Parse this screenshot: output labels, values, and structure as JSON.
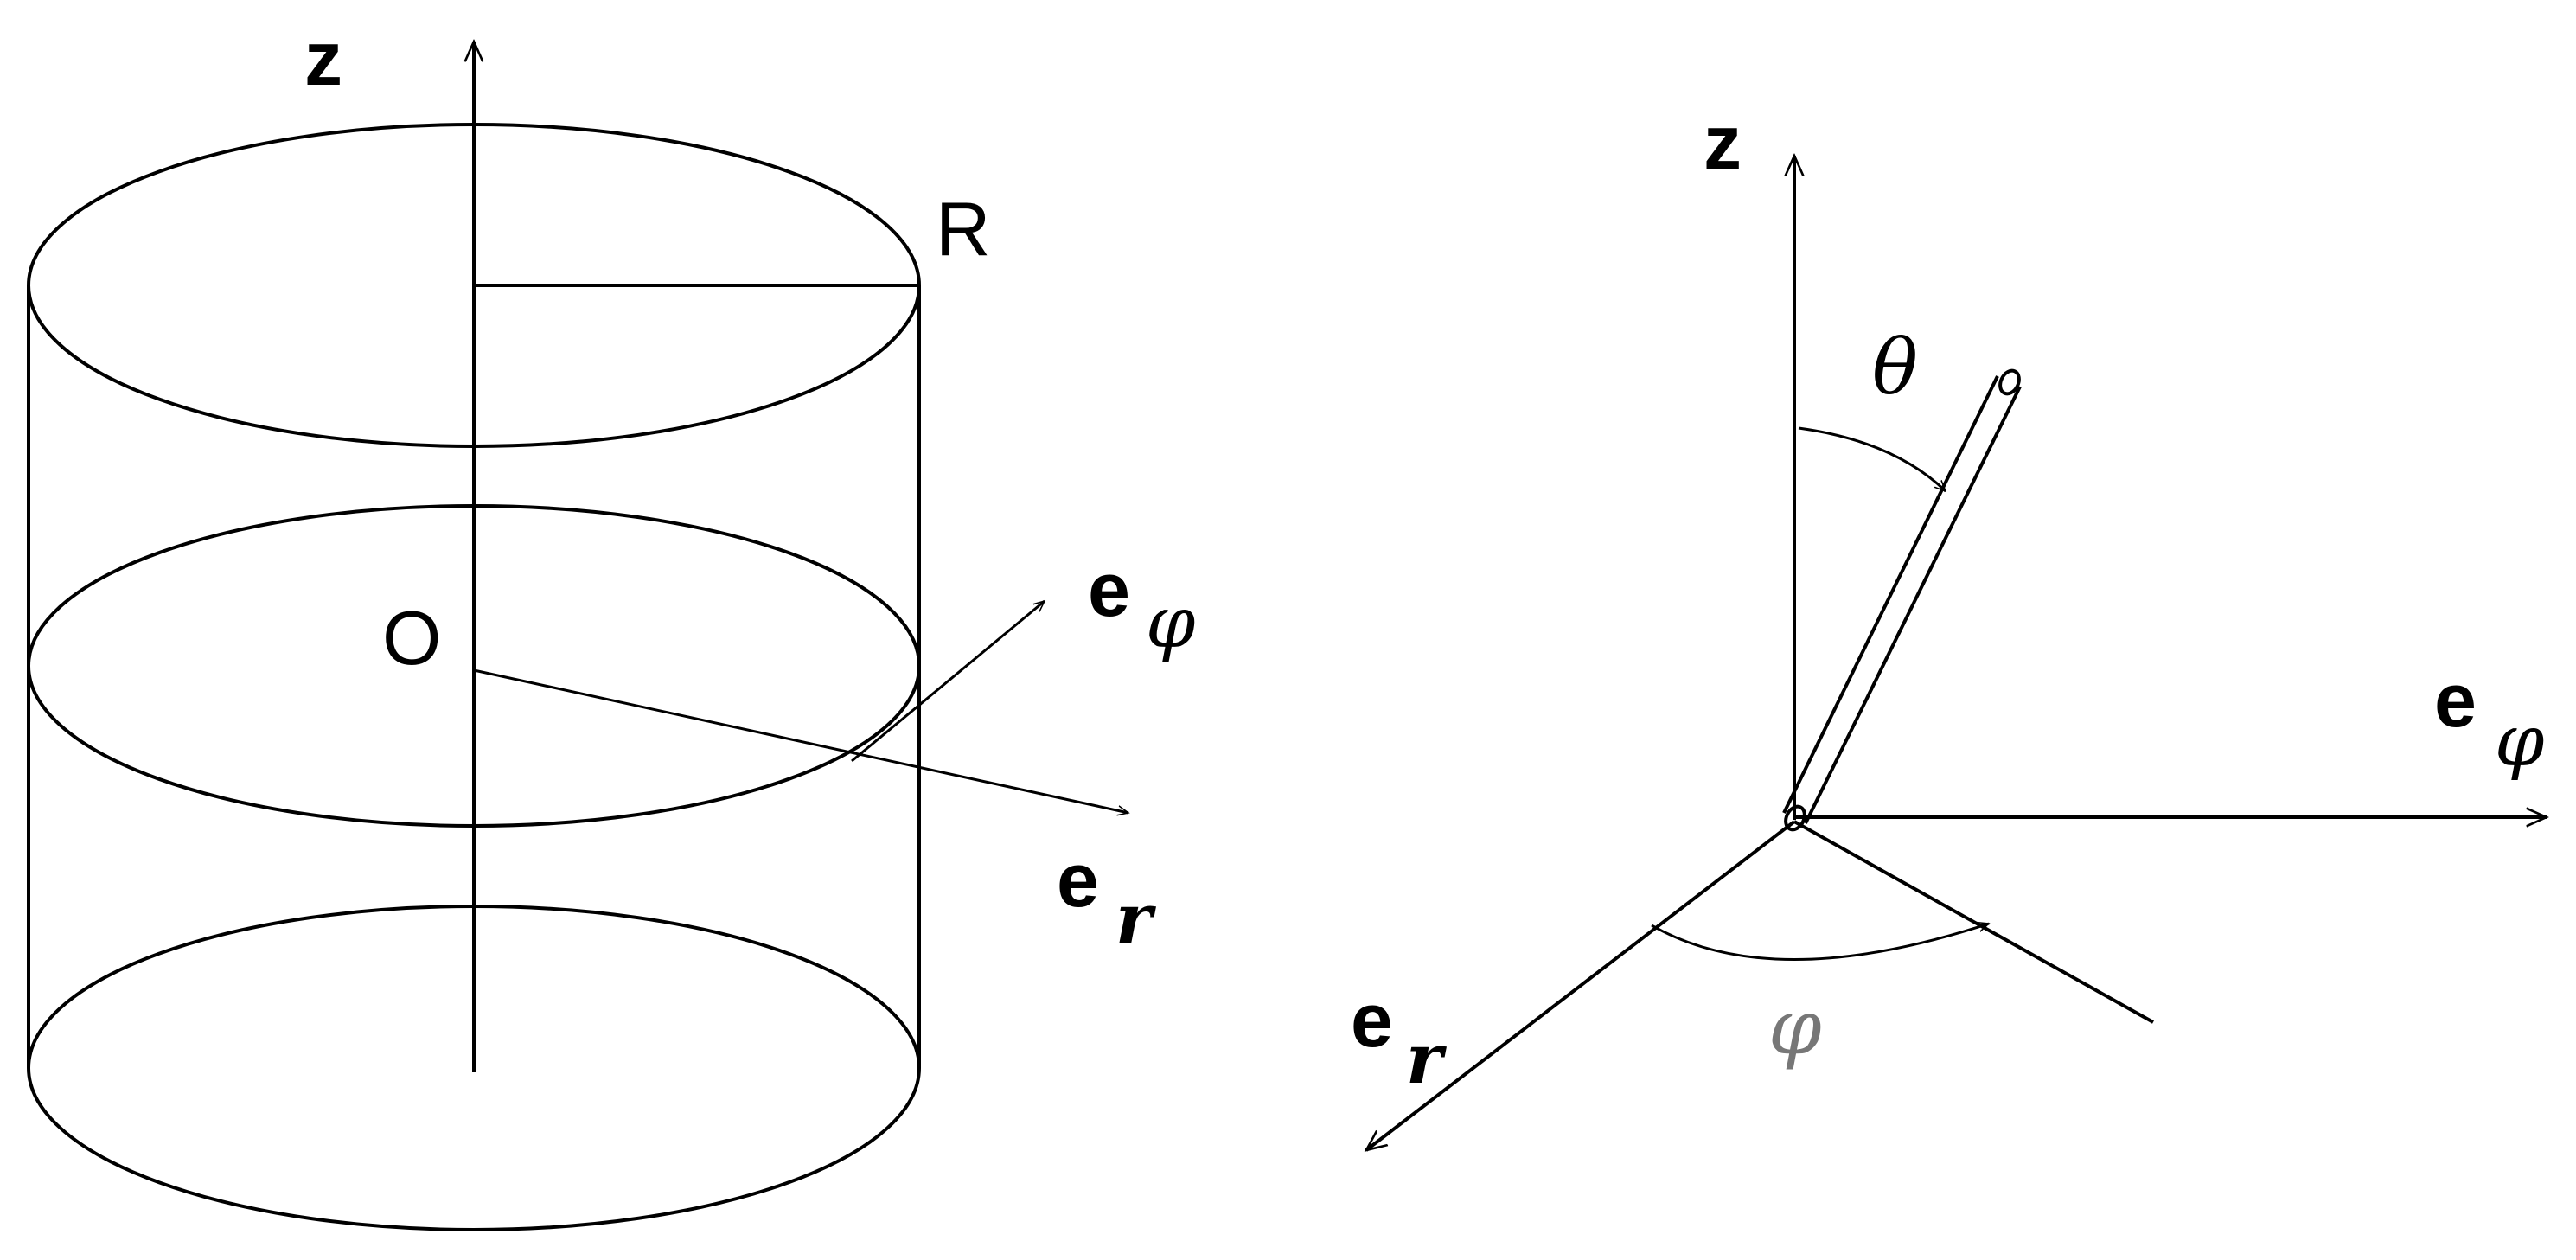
{
  "left_figure": {
    "z_label": "z",
    "radius_label": "R",
    "origin_label": "O",
    "e_phi": {
      "base": "e",
      "sub": "φ"
    },
    "e_r": {
      "base": "e",
      "sub": "r"
    }
  },
  "right_figure": {
    "z_label": "z",
    "theta_label": "θ",
    "phi_label": "φ",
    "e_phi": {
      "base": "e",
      "sub": "φ"
    },
    "e_r": {
      "base": "e",
      "sub": "r"
    }
  }
}
